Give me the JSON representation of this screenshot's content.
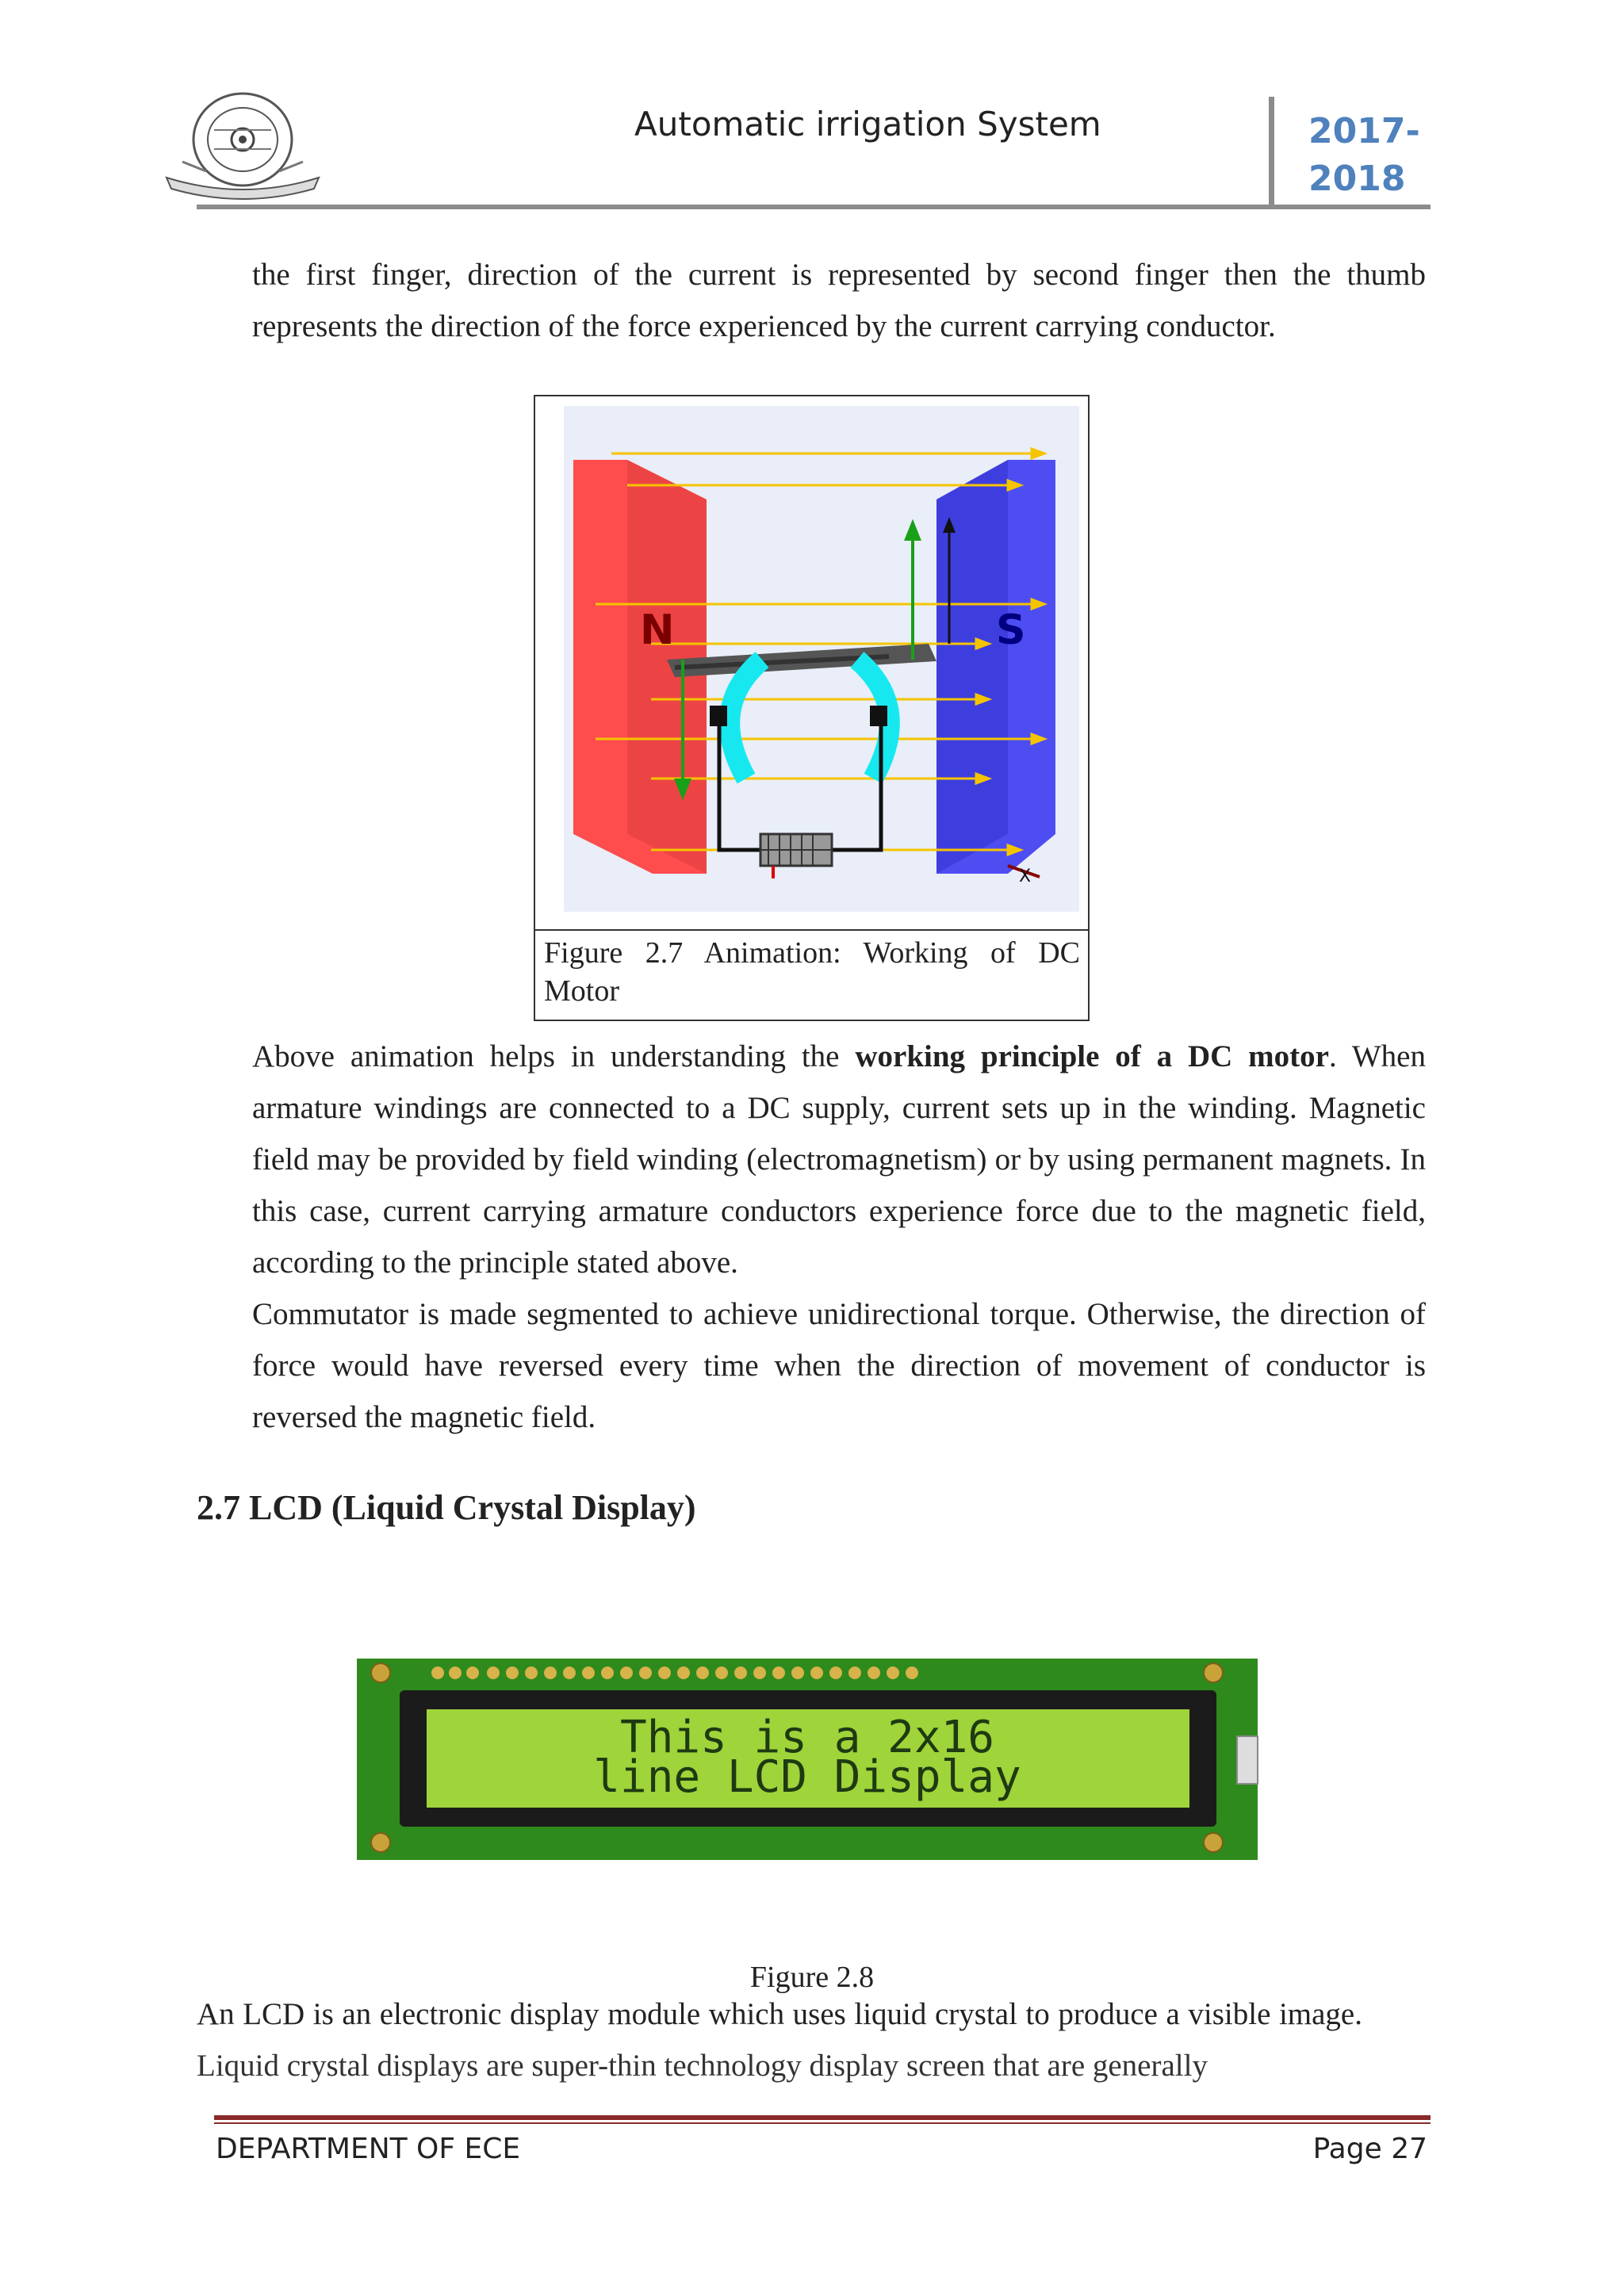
{
  "header": {
    "title": "Automatic irrigation  System",
    "year_line1": "2017-",
    "year_line2": "2018",
    "accent_color": "#4f81bd"
  },
  "paragraphs": {
    "intro": "the first finger, direction of the current is represented by second finger then the thumb represents the direction of the force experienced by the current carrying conductor.",
    "anim_part1": "Above animation helps in understanding the ",
    "anim_bold": "working principle of a DC motor",
    "anim_part2": ". When armature windings are connected to a DC supply, current sets up in the winding. Magnetic field may be provided by field winding (electromagnetism) or by using permanent magnets. In this case, current carrying armature conductors experience force due to the magnetic field, according to the principle stated above.",
    "commutator": "Commutator is made segmented to achieve unidirectional torque. Otherwise, the direction of force would have reversed every time when the direction of movement of conductor is reversed the magnetic field.",
    "lcd_intro_a": "An LCD is an electronic display module which uses liquid crystal to produce a visible image.",
    "lcd_intro_b": "Liquid crystal displays are super-thin technology display screen that are generally"
  },
  "figure_2_7": {
    "caption": "Figure 2.7 Animation: Working of DC Motor",
    "pole_north": "N",
    "pole_south": "S",
    "axis_x": "X"
  },
  "section": {
    "heading": "2.7  LCD (Liquid Crystal Display)"
  },
  "figure_2_8": {
    "caption": "Figure 2.8",
    "lcd_line1": "This is a 2x16",
    "lcd_line2": "line LCD Display"
  },
  "footer": {
    "department": "DEPARTMENT OF ECE",
    "page": "Page 27",
    "rule_color": "#8a2a2a"
  }
}
